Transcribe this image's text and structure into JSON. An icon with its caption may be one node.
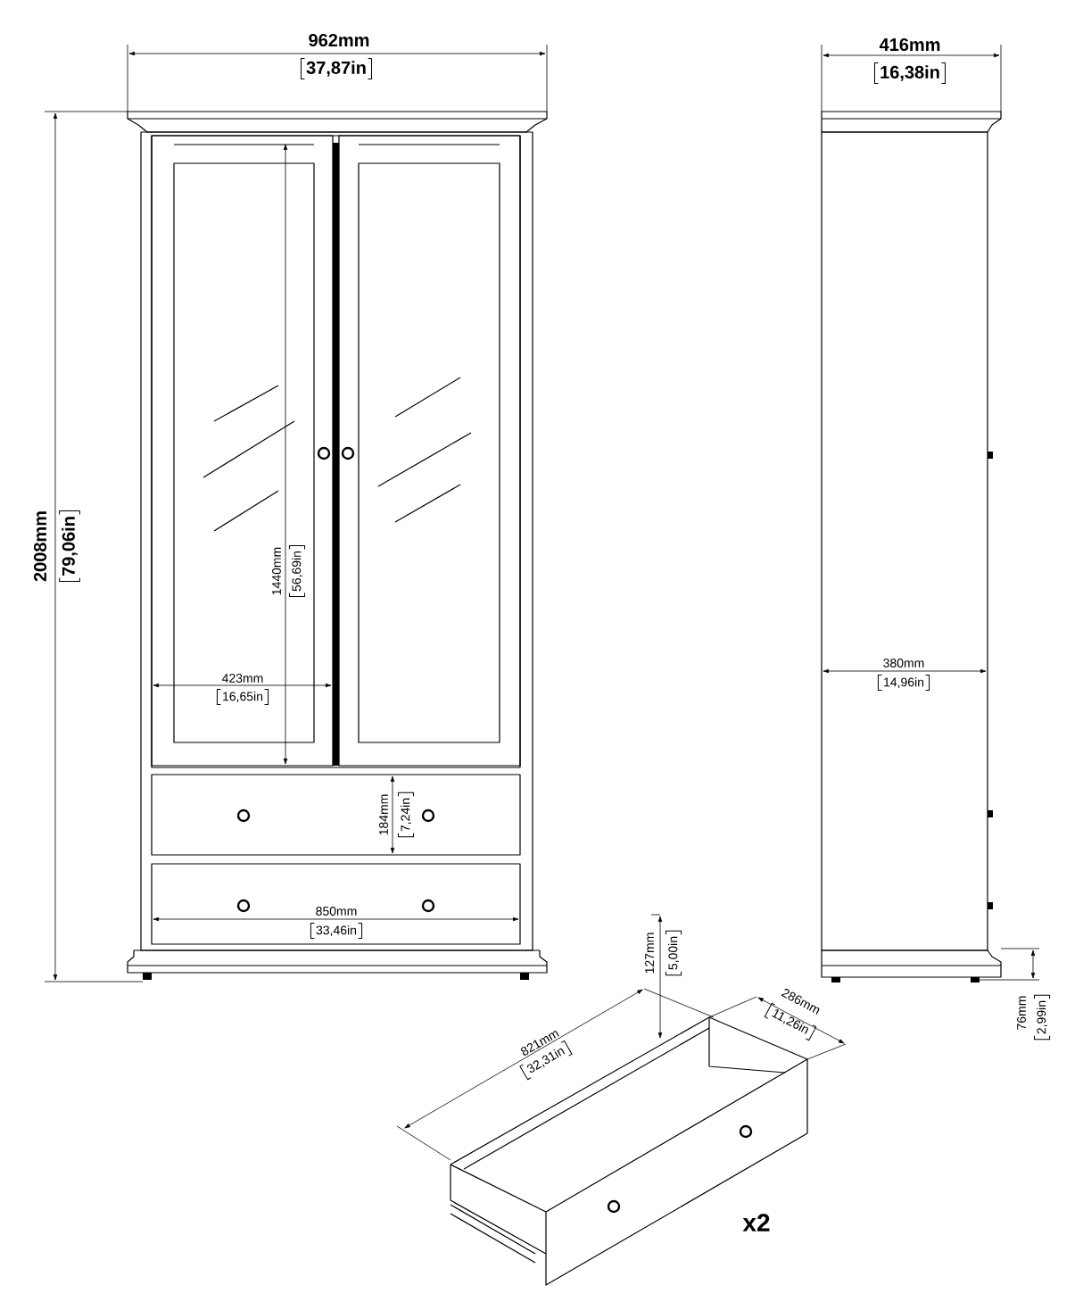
{
  "diagram": {
    "labels": [
      "962mm",
      "37,87in",
      "416mm",
      "16,38in",
      "2008mm",
      "79,06in",
      "1440mm",
      "56,69in",
      "423mm",
      "16,65in",
      "380mm",
      "14,96in",
      "184mm",
      "7,24in",
      "850mm",
      "33,46in",
      "127mm",
      "5,00in",
      "286mm",
      "11,26in",
      "821mm",
      "32,31in",
      "76mm",
      "2,99in",
      "x2"
    ]
  }
}
